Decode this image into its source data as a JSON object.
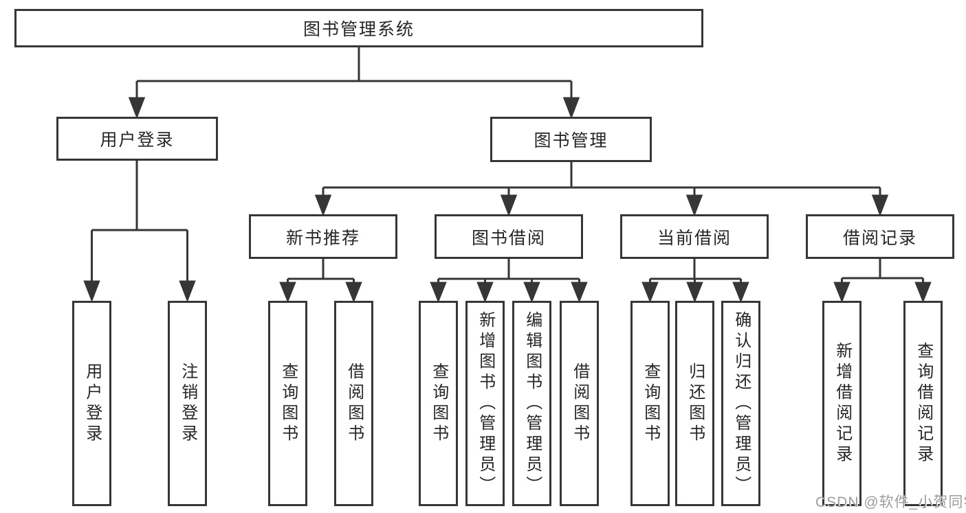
{
  "tree": {
    "root": {
      "label": "图书管理系统",
      "children": [
        {
          "label": "用户登录",
          "children": [
            {
              "label": "用户登录"
            },
            {
              "label": "注销登录"
            }
          ]
        },
        {
          "label": "图书管理",
          "children": [
            {
              "label": "新书推荐",
              "children": [
                {
                  "label": "查询图书"
                },
                {
                  "label": "借阅图书"
                }
              ]
            },
            {
              "label": "图书借阅",
              "children": [
                {
                  "label": "查询图书"
                },
                {
                  "label": "新增图书（管理员）"
                },
                {
                  "label": "编辑图书（管理员）"
                },
                {
                  "label": "借阅图书"
                }
              ]
            },
            {
              "label": "当前借阅",
              "children": [
                {
                  "label": "查询图书"
                },
                {
                  "label": "归还图书"
                },
                {
                  "label": "确认归还（管理员）"
                }
              ]
            },
            {
              "label": "借阅记录",
              "children": [
                {
                  "label": "新增借阅记录"
                },
                {
                  "label": "查询借阅记录"
                }
              ]
            }
          ]
        }
      ]
    }
  },
  "watermark": {
    "text": "CSDN @软件_小贺同学"
  },
  "colors": {
    "line": "#363636",
    "box_border": "#363636",
    "box_fill": "#ffffff",
    "text": "#262626",
    "watermark": "#9c9c9c"
  }
}
